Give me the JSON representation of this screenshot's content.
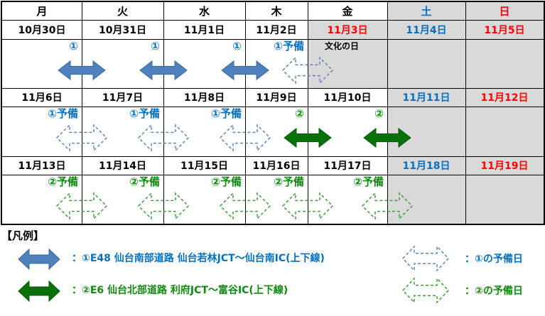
{
  "colors": {
    "blue_text": "#0070C0",
    "red_text": "#FF0000",
    "green_text": "#0E8A0E",
    "black_text": "#000000",
    "blue_arrow_fill": "#4F81BD",
    "blue_arrow_edge": "#38689C",
    "blue_dash_stroke": "#5E86BE",
    "green_arrow_fill": "#0A700A",
    "green_arrow_edge": "#065806",
    "green_dash_stroke": "#3F9E3F",
    "shaded_bg": "#D9D9D9",
    "grid": "#000000"
  },
  "calendar": {
    "weekday_header": [
      {
        "label": "月",
        "color": "black",
        "shaded": false
      },
      {
        "label": "火",
        "color": "black",
        "shaded": false
      },
      {
        "label": "水",
        "color": "black",
        "shaded": false
      },
      {
        "label": "木",
        "color": "black",
        "shaded": false
      },
      {
        "label": "金",
        "color": "black",
        "shaded": false
      },
      {
        "label": "土",
        "color": "blue",
        "shaded": true
      },
      {
        "label": "日",
        "color": "red",
        "shaded": true
      }
    ],
    "weeks": [
      {
        "dates": [
          {
            "text": "10月30日",
            "color": "black",
            "shaded": false
          },
          {
            "text": "10月31日",
            "color": "black",
            "shaded": false
          },
          {
            "text": "11月1日",
            "color": "black",
            "shaded": false
          },
          {
            "text": "11月2日",
            "color": "black",
            "shaded": false
          },
          {
            "text": "11月3日",
            "color": "red",
            "shaded": true
          },
          {
            "text": "11月4日",
            "color": "blue",
            "shaded": true
          },
          {
            "text": "11月5日",
            "color": "red",
            "shaded": true
          }
        ],
        "shaded_arrow_cols": [
          4,
          5,
          6
        ],
        "notes": [
          {
            "col": 4,
            "text": "文化の日"
          }
        ],
        "labels": [
          {
            "col": 0,
            "text": "①",
            "color": "blue"
          },
          {
            "col": 1,
            "text": "①",
            "color": "blue"
          },
          {
            "col": 2,
            "text": "①",
            "color": "blue"
          },
          {
            "col": 3,
            "text": "①予備",
            "color": "blue"
          }
        ],
        "arrows": [
          {
            "border": 1,
            "style": "solid",
            "color": "blue"
          },
          {
            "border": 2,
            "style": "solid",
            "color": "blue"
          },
          {
            "border": 3,
            "style": "solid",
            "color": "blue"
          },
          {
            "border": 4,
            "style": "dashed",
            "color": "blue"
          }
        ]
      },
      {
        "dates": [
          {
            "text": "11月6日",
            "color": "black",
            "shaded": false
          },
          {
            "text": "11月7日",
            "color": "black",
            "shaded": false
          },
          {
            "text": "11月8日",
            "color": "black",
            "shaded": false
          },
          {
            "text": "11月9日",
            "color": "black",
            "shaded": false
          },
          {
            "text": "11月10日",
            "color": "black",
            "shaded": false
          },
          {
            "text": "11月11日",
            "color": "blue",
            "shaded": true
          },
          {
            "text": "11月12日",
            "color": "red",
            "shaded": true
          }
        ],
        "shaded_arrow_cols": [
          5,
          6
        ],
        "notes": [],
        "labels": [
          {
            "col": 0,
            "text": "①予備",
            "color": "blue"
          },
          {
            "col": 1,
            "text": "①予備",
            "color": "blue"
          },
          {
            "col": 2,
            "text": "①予備",
            "color": "blue"
          },
          {
            "col": 3,
            "text": "②",
            "color": "green"
          },
          {
            "col": 4,
            "text": "②",
            "color": "green"
          }
        ],
        "arrows": [
          {
            "border": 1,
            "style": "dashed",
            "color": "blue"
          },
          {
            "border": 2,
            "style": "dashed",
            "color": "blue"
          },
          {
            "border": 3,
            "style": "dashed",
            "color": "blue"
          },
          {
            "border": 4,
            "style": "solid",
            "color": "green"
          },
          {
            "border": 5,
            "style": "solid",
            "color": "green"
          }
        ]
      },
      {
        "dates": [
          {
            "text": "11月13日",
            "color": "black",
            "shaded": false
          },
          {
            "text": "11月14日",
            "color": "black",
            "shaded": false
          },
          {
            "text": "11月15日",
            "color": "black",
            "shaded": false
          },
          {
            "text": "11月16日",
            "color": "black",
            "shaded": false
          },
          {
            "text": "11月17日",
            "color": "black",
            "shaded": false
          },
          {
            "text": "11月18日",
            "color": "blue",
            "shaded": true
          },
          {
            "text": "11月19日",
            "color": "red",
            "shaded": true
          }
        ],
        "shaded_arrow_cols": [
          5,
          6
        ],
        "notes": [],
        "labels": [
          {
            "col": 0,
            "text": "②予備",
            "color": "green"
          },
          {
            "col": 1,
            "text": "②予備",
            "color": "green"
          },
          {
            "col": 2,
            "text": "②予備",
            "color": "green"
          },
          {
            "col": 3,
            "text": "②予備",
            "color": "green"
          },
          {
            "col": 4,
            "text": "②予備",
            "color": "green"
          }
        ],
        "arrows": [
          {
            "border": 1,
            "style": "dashed",
            "color": "green"
          },
          {
            "border": 2,
            "style": "dashed",
            "color": "green"
          },
          {
            "border": 3,
            "style": "dashed",
            "color": "green"
          },
          {
            "border": 4,
            "style": "dashed",
            "color": "green"
          },
          {
            "border": 5,
            "style": "dashed",
            "color": "green"
          }
        ]
      }
    ]
  },
  "legend": {
    "title": "【凡例】",
    "items": [
      {
        "arrow": "solid-blue",
        "text": "：①E48 仙台南部道路 仙台若林JCT～仙台南IC(上下線)",
        "color": "blue"
      },
      {
        "arrow": "solid-green",
        "text": "：②E6 仙台北部道路 利府JCT～富谷IC(上下線)",
        "color": "green"
      },
      {
        "arrow": "dashed-blue",
        "text": "：①の予備日",
        "color": "blue"
      },
      {
        "arrow": "dashed-green",
        "text": "：②の予備日",
        "color": "green"
      }
    ]
  }
}
